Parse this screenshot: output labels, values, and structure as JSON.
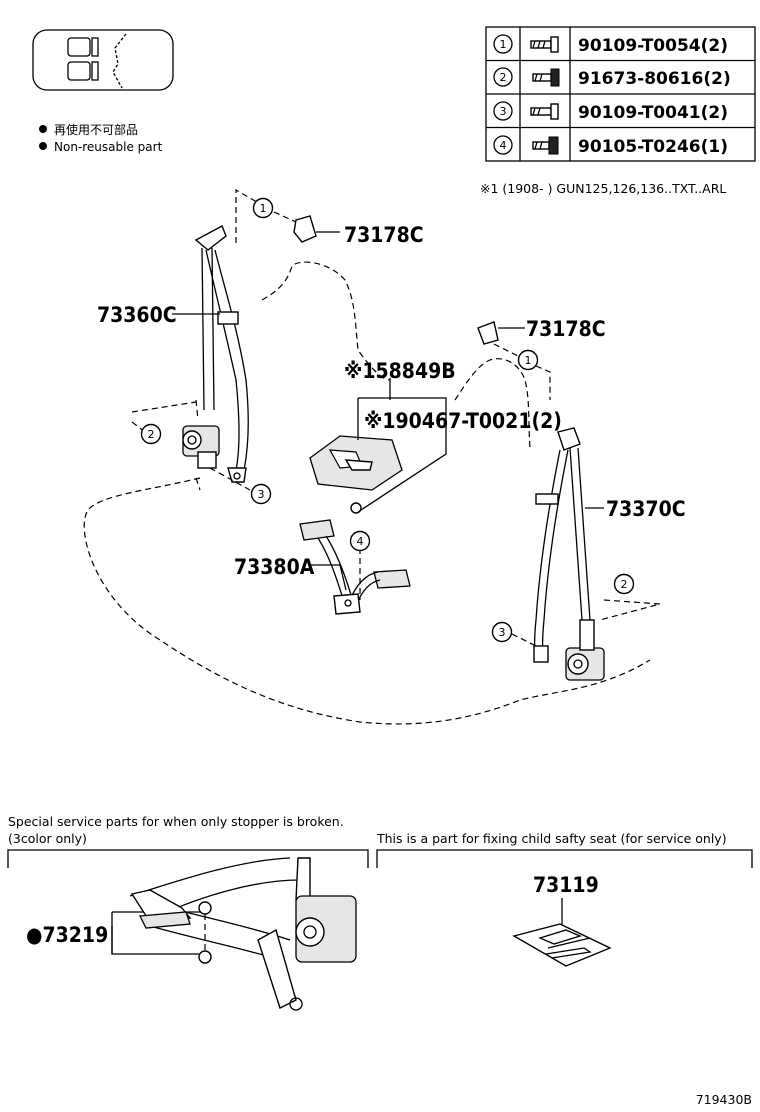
{
  "legend": {
    "jp": "再使用不可部品",
    "en": "Non-reusable part"
  },
  "fastener_table": [
    {
      "idx": "1",
      "part": "90109-T0054(2)"
    },
    {
      "idx": "2",
      "part": "91673-80616(2)"
    },
    {
      "idx": "3",
      "part": "90109-T0041(2)"
    },
    {
      "idx": "4",
      "part": "90105-T0246(1)"
    }
  ],
  "applicability_note": "※1 (1908-       ) GUN125,126,136..TXT..ARL",
  "callouts": {
    "p73178c_top": "73178C",
    "p73360c": "73360C",
    "p58849b": "※158849B",
    "p90467": "※190467-T0021(2)",
    "p73178c_right": "73178C",
    "p73370c": "73370C",
    "p73380a": "73380A",
    "p73219": "●73219",
    "p73119": "73119"
  },
  "circle_refs": {
    "c1": "1",
    "c2": "2",
    "c3": "3",
    "c4": "4"
  },
  "bottom_left_title_1": "Special service parts for when only stopper is broken.",
  "bottom_left_title_2": "(3color only)",
  "bottom_right_title": "This is a part for fixing child safty seat (for service only)",
  "drawing_number": "719430B"
}
